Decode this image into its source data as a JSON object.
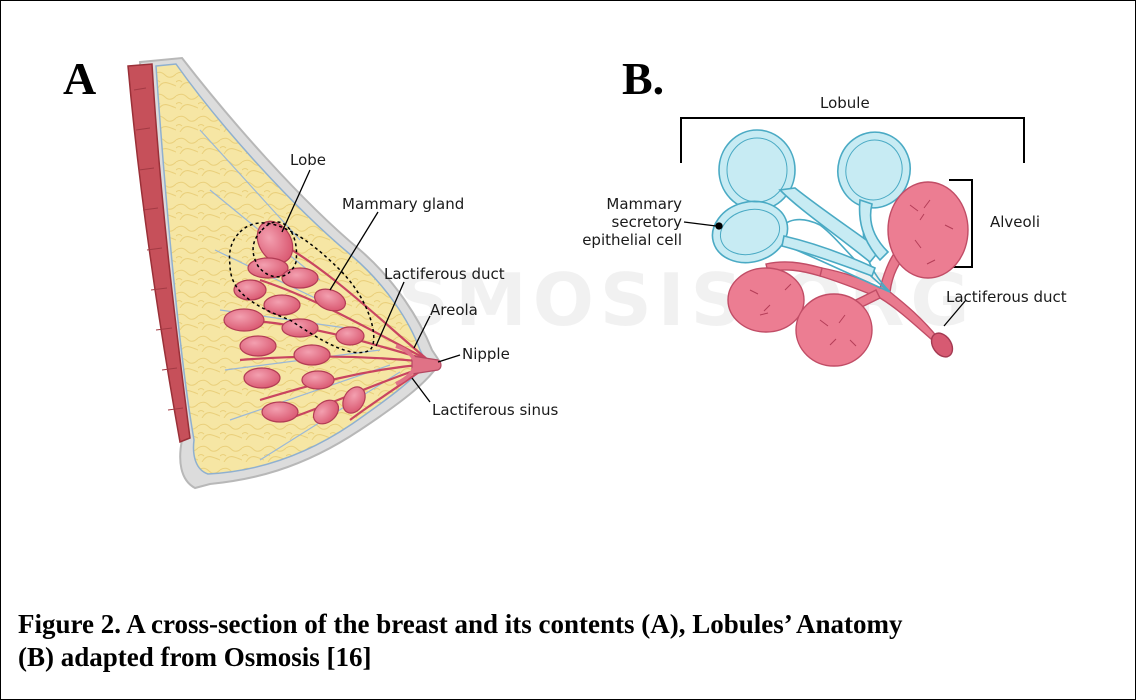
{
  "panel_a": {
    "letter": "A",
    "labels": {
      "lobe": "Lobe",
      "mammary_gland": "Mammary gland",
      "lactiferous_duct": "Lactiferous duct",
      "areola": "Areola",
      "nipple": "Nipple",
      "lactiferous_sinus": "Lactiferous sinus"
    }
  },
  "panel_b": {
    "letter": "B.",
    "labels": {
      "lobule": "Lobule",
      "secretory_line1": "Mammary",
      "secretory_line2": "secretory",
      "secretory_line3": "epithelial cell",
      "alveoli": "Alveoli",
      "lactiferous_duct": "Lactiferous duct"
    }
  },
  "watermark": "OSMOSIS.ORG",
  "caption": {
    "line1": "Figure 2. A cross-section of the breast and its contents (A), Lobules’ Anatomy",
    "line2": "(B) adapted from Osmosis [16]"
  },
  "colors": {
    "muscle": "#c8505a",
    "fat": "#f5e39a",
    "skin": "#d8d8d8",
    "gland": "#e0607a",
    "alveolus_blue": "#bfe7f0",
    "alveolus_blue_stroke": "#4aaac4"
  }
}
